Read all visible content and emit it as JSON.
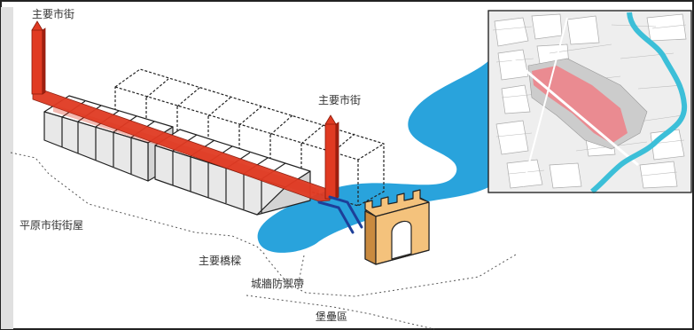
{
  "labels": {
    "main_street_top": "主要市街",
    "main_street_right": "主要市街",
    "plain_street_houses": "平原市街街屋",
    "main_bridge": "主要橋樑",
    "city_wall_belt": "城牆防禦帶",
    "fortress_area": "堡壘區"
  },
  "colors": {
    "river": "#29a3dc",
    "street_axis": "#e03a22",
    "map_highlight": "#ef7f86",
    "map_canal": "#3cbfd8",
    "gate": "#f4c27c",
    "bridge": "#1d3f99",
    "house_face": "#e8e8e8"
  }
}
